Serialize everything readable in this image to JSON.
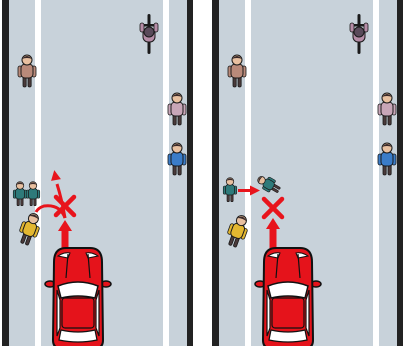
{
  "panels": [
    {
      "id": "left",
      "scenario": "swerve"
    },
    {
      "id": "right",
      "scenario": "straight"
    }
  ],
  "colors": {
    "background": "#ffffff",
    "road": "#c8d2da",
    "edge_line": "#ffffff",
    "curb": "#222222",
    "car_body": "#e5131b",
    "car_outline": "#111111",
    "arrow": "#e8141c",
    "cross": "#e8141c",
    "skin": "#e8c0a0",
    "outline": "#1a1a1a",
    "ped_brown": "#b98a7a",
    "ped_pink": "#c8a6b8",
    "ped_blue": "#3a7cc8",
    "ped_teal": "#2e7a7a",
    "ped_yellow": "#e3b730",
    "cyclist": "#b58ca6"
  },
  "icons": [
    "car-icon",
    "pedestrian-icon",
    "cyclist-icon",
    "child-icon",
    "cross-icon",
    "arrow-icon"
  ]
}
